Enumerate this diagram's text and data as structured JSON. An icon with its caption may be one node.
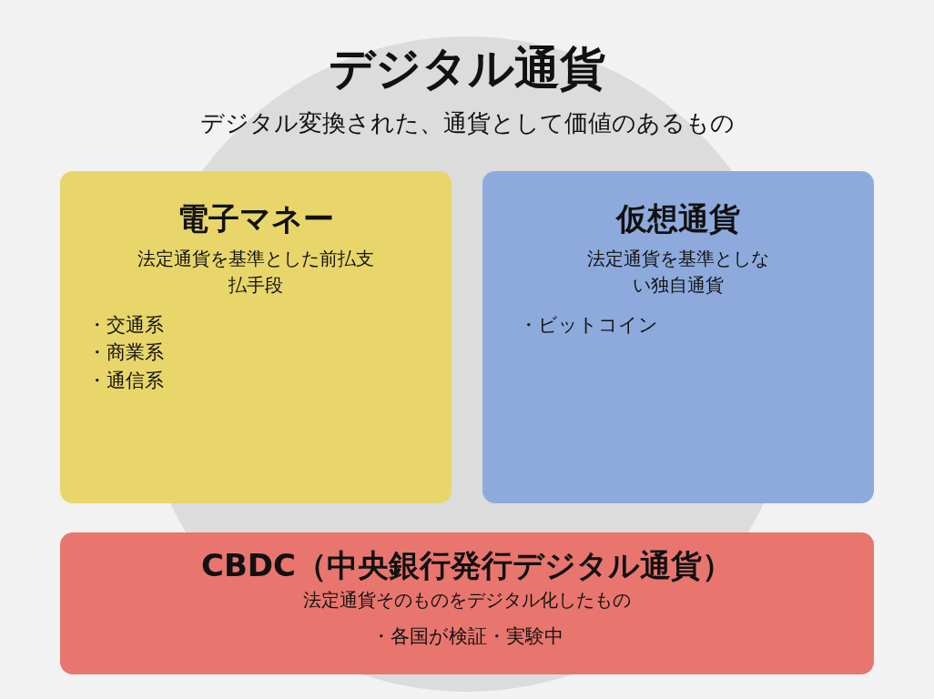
{
  "diagram": {
    "title": "デジタル通貨",
    "nodes": [
      {
        "text": [
          "電子マネー",
          "法定通貨を基準とした前払支払手段",
          "・交通系",
          "・商業系",
          "・通信系"
        ]
      },
      {
        "text": [
          "仮想通貨",
          "法定通貨を基準としない独自通貨",
          "・ビットコイン"
        ]
      },
      {
        "text": [
          "CBDC（中央銀行発行デジタル通貨）",
          "法定通貨そのものをデジタル化したもの",
          "・各国が検証・実験中"
        ]
      }
    ],
    "edges": [],
    "labels": [
      "デジタル変換された、通貨として価値のあるもの"
    ]
  }
}
